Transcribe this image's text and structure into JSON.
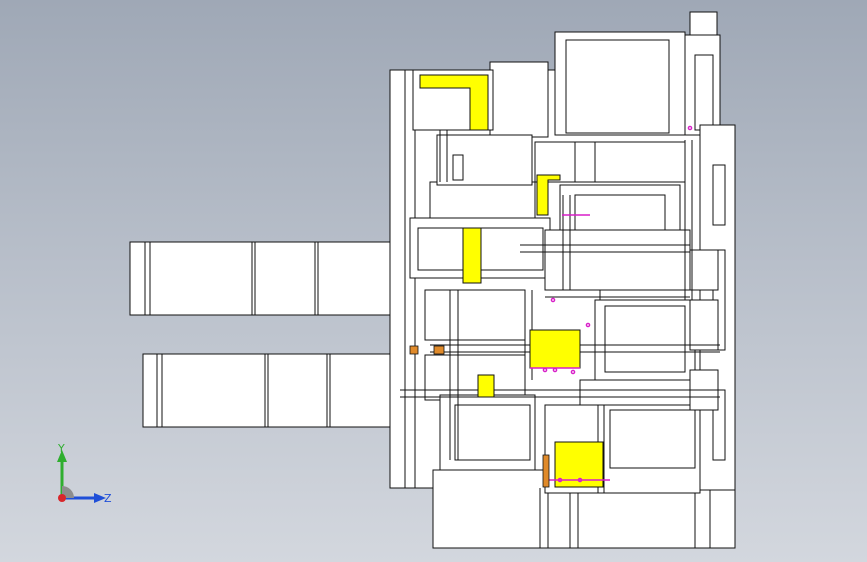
{
  "viewport": {
    "background": "gradient-gray-blue",
    "model_view": "assembly-side-view"
  },
  "triad": {
    "y_label": "Y",
    "z_label": "Z",
    "y_color": "#2fae2f",
    "z_color": "#1f4fd8",
    "x_color": "#d8262a"
  },
  "colors": {
    "part_fill": "#ffffff",
    "part_edge": "#111111",
    "highlight_yellow": "#ffff00",
    "accent_magenta": "#d81ec8",
    "accent_orange": "#e08a2a"
  }
}
